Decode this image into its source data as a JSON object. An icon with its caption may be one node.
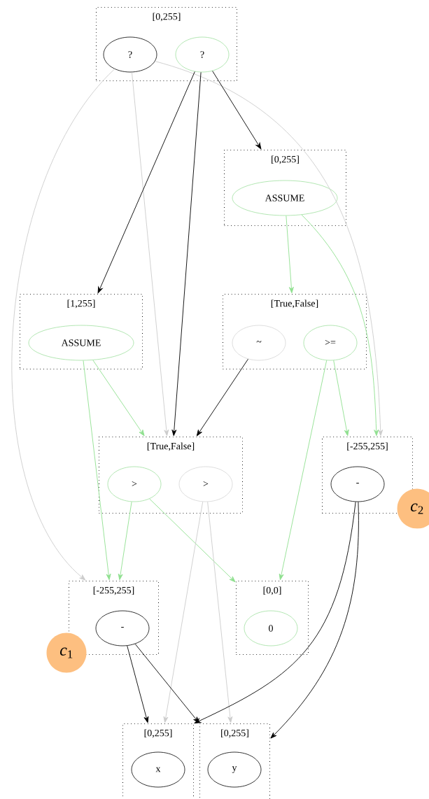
{
  "diagram": {
    "nodes": [
      {
        "text": [
          "[0,255]"
        ]
      },
      {
        "text": [
          "?"
        ],
        "in": 0
      },
      {
        "text": [
          "?"
        ],
        "in": 0
      },
      {
        "text": [
          "[0,255]"
        ]
      },
      {
        "text": [
          "ASSUME"
        ],
        "in": 3
      },
      {
        "text": [
          "[1,255]"
        ]
      },
      {
        "text": [
          "ASSUME"
        ],
        "in": 5
      },
      {
        "text": [
          "[True,False]"
        ]
      },
      {
        "text": [
          "~"
        ],
        "in": 7
      },
      {
        "text": [
          ">="
        ],
        "in": 7
      },
      {
        "text": [
          "[True,False]"
        ]
      },
      {
        "text": [
          ">"
        ],
        "in": 10
      },
      {
        "text": [
          ">"
        ],
        "in": 10
      },
      {
        "text": [
          "[-255,255]"
        ]
      },
      {
        "text": [
          "-"
        ],
        "in": 13
      },
      {
        "text": [
          "[-255,255]"
        ]
      },
      {
        "text": [
          "-"
        ],
        "in": 15
      },
      {
        "text": [
          "[0,0]"
        ]
      },
      {
        "text": [
          "0"
        ],
        "in": 17
      },
      {
        "text": [
          "[0,255]"
        ]
      },
      {
        "text": [
          "x"
        ],
        "in": 19
      },
      {
        "text": [
          "[0,255]"
        ]
      },
      {
        "text": [
          "y"
        ],
        "in": 21
      },
      {
        "text": [
          "*c*$_{1}$"
        ]
      },
      {
        "text": [
          "*c*$_{2}$"
        ]
      }
    ],
    "edges": [
      {
        "from": 1,
        "to": 15,
        "arrow": "to",
        "color": "#cccccc"
      },
      {
        "from": 1,
        "to": 10,
        "arrow": "to",
        "color": "#cccccc"
      },
      {
        "from": 1,
        "to": 13,
        "arrow": "to",
        "color": "#cccccc"
      },
      {
        "from": 2,
        "to": 5,
        "arrow": "to",
        "color": "#000000"
      },
      {
        "from": 2,
        "to": 10,
        "arrow": "to",
        "color": "#000000"
      },
      {
        "from": 2,
        "to": 3,
        "arrow": "to",
        "color": "#000000"
      },
      {
        "from": 4,
        "to": 7,
        "arrow": "to",
        "color": "#90e090"
      },
      {
        "from": 4,
        "to": 13,
        "arrow": "to",
        "color": "#90e090"
      },
      {
        "from": 6,
        "to": 10,
        "arrow": "to",
        "color": "#90e090"
      },
      {
        "from": 6,
        "to": 15,
        "arrow": "to",
        "color": "#90e090"
      },
      {
        "from": 8,
        "to": 10,
        "arrow": "to",
        "color": "#000000"
      },
      {
        "from": 9,
        "to": 13,
        "arrow": "to",
        "color": "#90e090"
      },
      {
        "from": 9,
        "to": 17,
        "arrow": "to",
        "color": "#90e090"
      },
      {
        "from": 11,
        "to": 15,
        "arrow": "to",
        "color": "#90e090"
      },
      {
        "from": 11,
        "to": 17,
        "arrow": "to",
        "color": "#90e090"
      },
      {
        "from": 12,
        "to": 19,
        "arrow": "to",
        "color": "#cccccc"
      },
      {
        "from": 12,
        "to": 21,
        "arrow": "to",
        "color": "#cccccc"
      },
      {
        "from": 14,
        "to": 19,
        "arrow": "to",
        "color": "#000000"
      },
      {
        "from": 14,
        "to": 21,
        "arrow": "to",
        "color": "#000000"
      },
      {
        "from": 16,
        "to": 19,
        "arrow": "to",
        "color": "#000000"
      },
      {
        "from": 16,
        "to": 21,
        "arrow": "to",
        "color": "#000000"
      }
    ]
  }
}
